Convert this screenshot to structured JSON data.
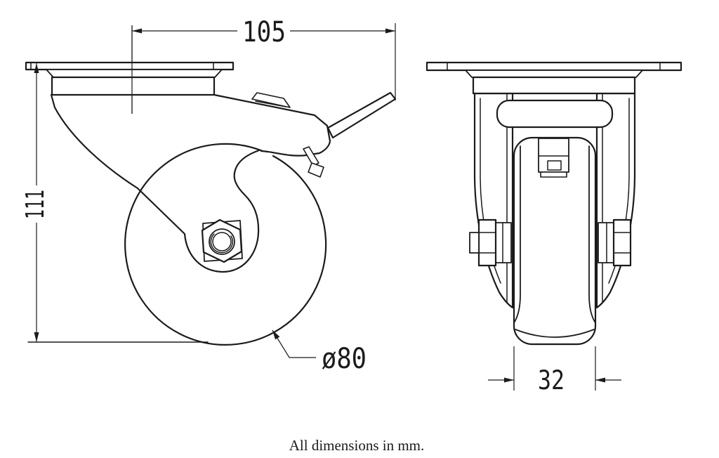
{
  "colors": {
    "line": "#1b1b1b",
    "background": "#ffffff"
  },
  "dimensions": {
    "top_span": "105",
    "overall_height": "111",
    "wheel_diameter": "ø80",
    "wheel_width": "32"
  },
  "note": "All dimensions in mm."
}
